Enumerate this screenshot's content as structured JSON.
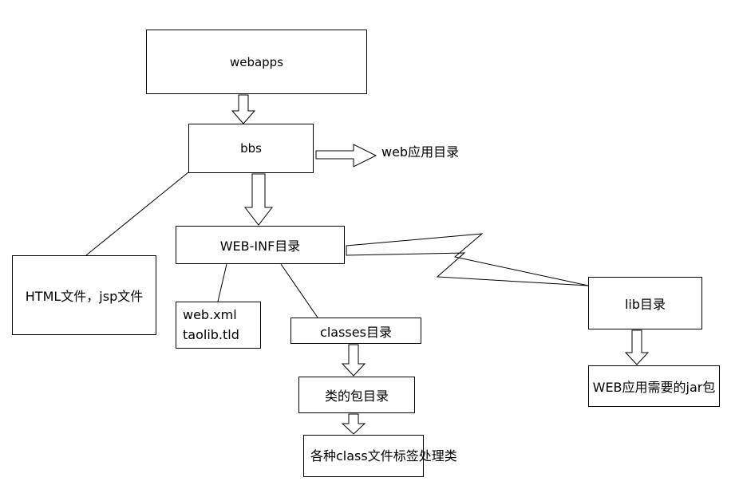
{
  "diagram": {
    "background": "#ffffff",
    "stroke": "#000000",
    "nodes": {
      "webapps": {
        "label": "webapps"
      },
      "bbs": {
        "label": "bbs"
      },
      "webinf": {
        "label": "WEB-INF目录"
      },
      "html_jsp": {
        "label": "HTML文件，jsp文件"
      },
      "webxml_taolib": {
        "line1": "web.xml",
        "line2": "taolib.tld"
      },
      "classes_dir": {
        "label": "classes目录"
      },
      "lib_dir": {
        "label": "lib目录"
      },
      "package_dir": {
        "label": "类的包目录"
      },
      "class_files": {
        "label": "各种class文件标签处理类"
      },
      "jar_package": {
        "label": "WEB应用需要的jar包"
      }
    },
    "annotations": {
      "web_app_dir": {
        "label": "web应用目录"
      }
    }
  }
}
